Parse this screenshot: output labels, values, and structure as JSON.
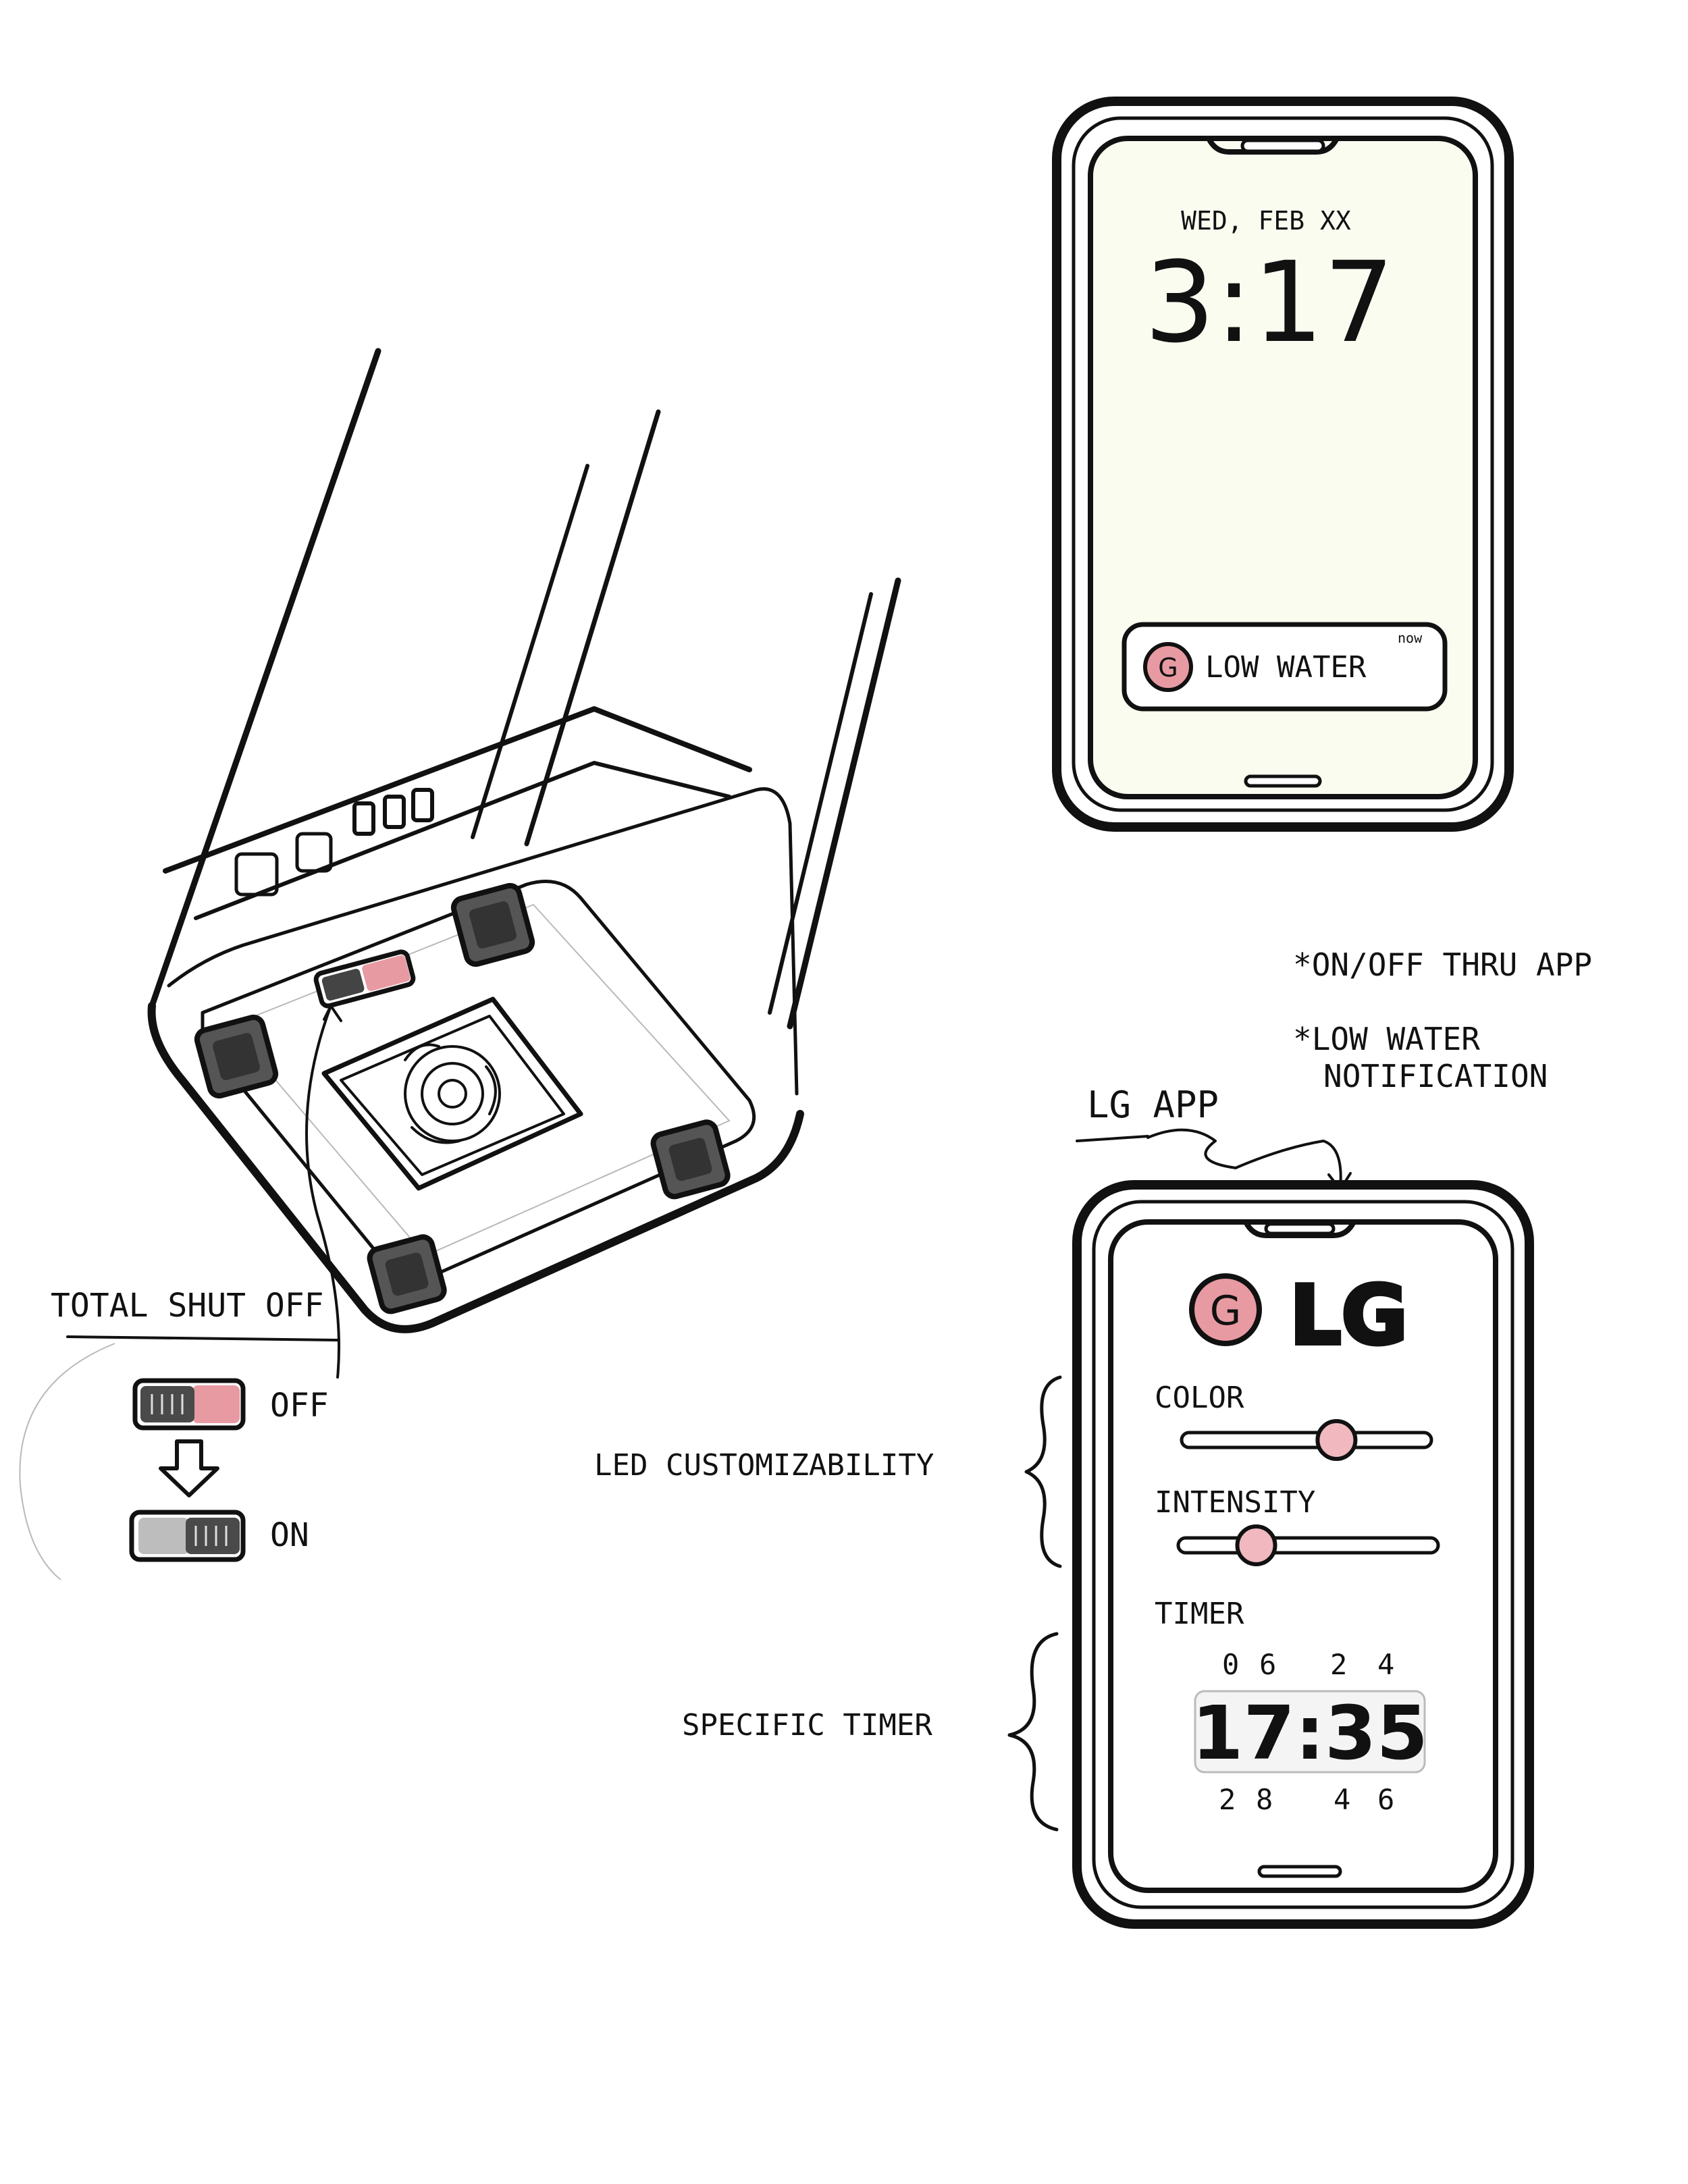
{
  "lock_screen": {
    "date": "WED, FEB XX",
    "time": "3:17",
    "notification": {
      "icon": "lg-logo-icon",
      "text": "LOW WATER",
      "time": "now"
    }
  },
  "notes": [
    "*ON/OFF THRU APP",
    "*LOW WATER",
    "NOTIFICATION"
  ],
  "app_callout": "LG APP",
  "app": {
    "logo": "LG",
    "color_label": "COLOR",
    "color_level": 0.62,
    "intensity_label": "INTENSITY",
    "intensity_level": 0.3,
    "timer_label": "TIMER",
    "timer_above": [
      "0",
      "6",
      "2",
      "4"
    ],
    "timer_value": "17:35",
    "timer_below": [
      "2",
      "8",
      "4",
      "6"
    ]
  },
  "labels": {
    "led": "LED CUSTOMIZABILITY",
    "specific_timer": "SPECIFIC TIMER",
    "shutoff": "TOTAL SHUT OFF",
    "off": "OFF",
    "on": "ON"
  },
  "colors": {
    "accent": "#e89aa2",
    "ink": "#111111",
    "pencil": "#b9b9b9"
  }
}
